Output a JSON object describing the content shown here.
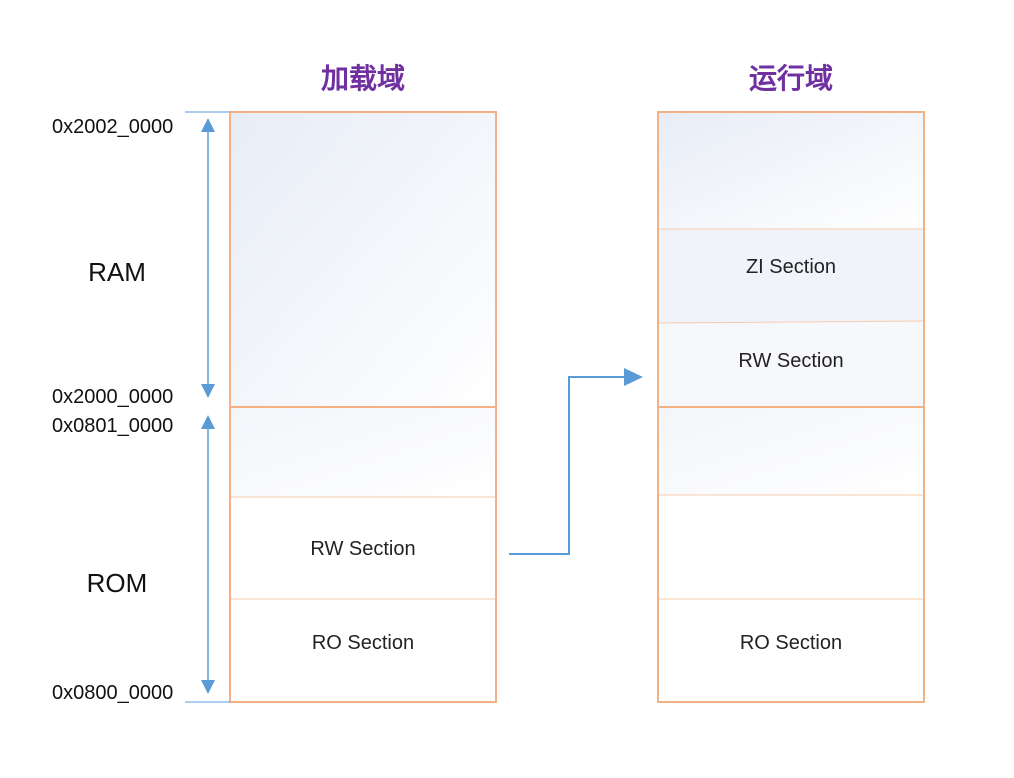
{
  "titles": {
    "load": "加载域",
    "run": "运行域"
  },
  "addresses": {
    "ram_top": "0x2002_0000",
    "ram_bottom": "0x2000_0000",
    "rom_top": "0x0801_0000",
    "rom_bottom": "0x0800_0000"
  },
  "regions": {
    "ram": "RAM",
    "rom": "ROM"
  },
  "load_sections": {
    "rw": "RW Section",
    "ro": "RO Section"
  },
  "run_sections": {
    "zi": "ZI Section",
    "rw": "RW Section",
    "ro": "RO Section"
  },
  "colors": {
    "title": "#7030a0",
    "box_border": "#f4b183",
    "thin_border": "#f8cbad",
    "arrow": "#5b9bd5",
    "fill_top": "#e9eef7",
    "fill_bottom": "#ffffff"
  }
}
